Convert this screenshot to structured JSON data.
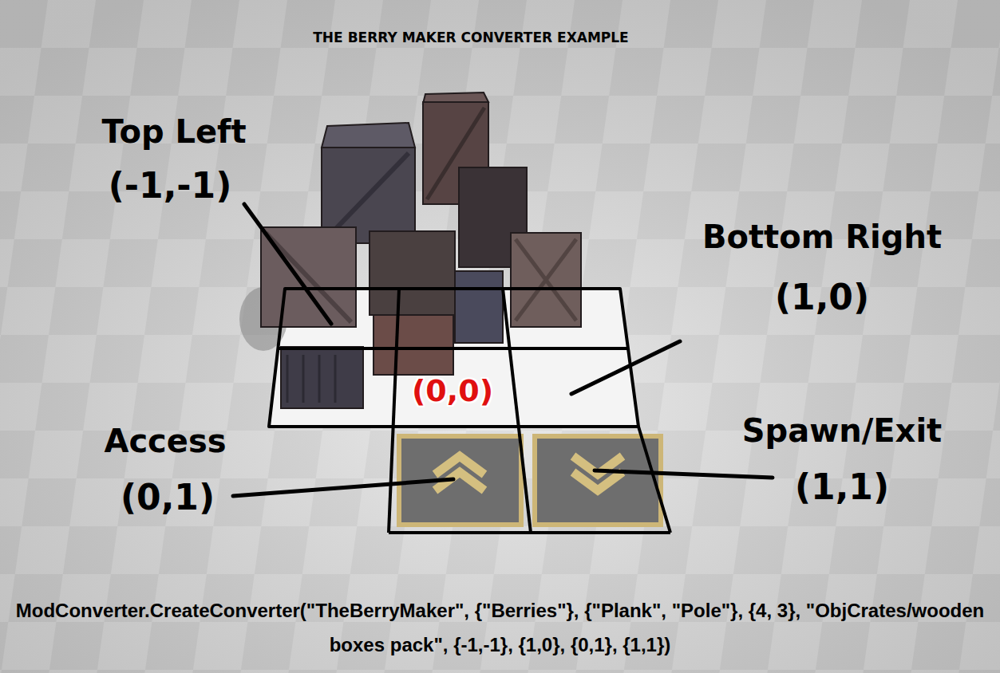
{
  "diagram": {
    "title": "THE BERRY MAKER CONVERTER EXAMPLE",
    "caption": "ModConverter.CreateConverter(\"TheBerryMaker\", {\"Berries\"}, {\"Plank\", \"Pole\"}, {4, 3}, \"ObjCrates/wooden boxes pack\", {-1,-1}, {1,0}, {0,1}, {1,1})",
    "labels": [
      "Top Left",
      "(-1,-1)",
      "Bottom Right",
      "(1,0)",
      "(0,0)",
      "Access",
      "(0,1)",
      "Spawn/Exit",
      "(1,1)"
    ]
  }
}
